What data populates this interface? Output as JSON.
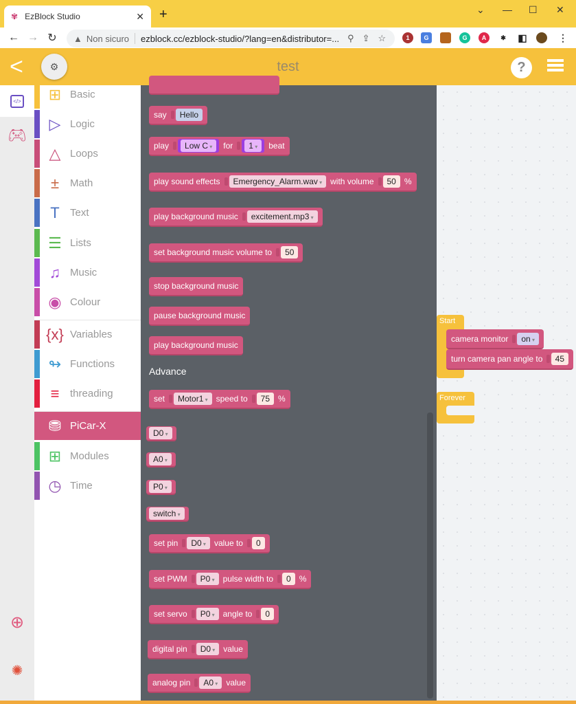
{
  "browser": {
    "tab_title": "EzBlock Studio",
    "security": "Non sicuro",
    "url": "ezblock.cc/ezblock-studio/?lang=en&distributor=...",
    "ext_badge": "1"
  },
  "header": {
    "title": "test",
    "help": "?"
  },
  "categories": [
    {
      "label": "Basic",
      "color": "#f6c13c",
      "icon": "grid-icon",
      "glyph": "⊞"
    },
    {
      "label": "Logic",
      "color": "#6a4fc3",
      "icon": "logic-gate-icon",
      "glyph": "▷"
    },
    {
      "label": "Loops",
      "color": "#c84e79",
      "icon": "loop-icon",
      "glyph": "△"
    },
    {
      "label": "Math",
      "color": "#c96b49",
      "icon": "plus-minus-icon",
      "glyph": "±"
    },
    {
      "label": "Text",
      "color": "#4a73c2",
      "icon": "text-icon",
      "glyph": "T"
    },
    {
      "label": "Lists",
      "color": "#5bb94f",
      "icon": "list-icon",
      "glyph": "☰"
    },
    {
      "label": "Music",
      "color": "#a24ad8",
      "icon": "music-note-icon",
      "glyph": "♫"
    },
    {
      "label": "Colour",
      "color": "#c84ea8",
      "icon": "palette-icon",
      "glyph": "◉"
    },
    {
      "label": "Variables",
      "color": "#c23c54",
      "icon": "variable-icon",
      "glyph": "{x}"
    },
    {
      "label": "Functions",
      "color": "#3f9bd1",
      "icon": "function-icon",
      "glyph": "↬"
    },
    {
      "label": "threading",
      "color": "#e3203f",
      "icon": "sliders-icon",
      "glyph": "≡"
    },
    {
      "label": "PiCar-X",
      "color": "#d2577f",
      "icon": "robot-icon",
      "glyph": "⛃",
      "selected": true
    },
    {
      "label": "Modules",
      "color": "#4cc363",
      "icon": "modules-icon",
      "glyph": "⊞"
    },
    {
      "label": "Time",
      "color": "#9254b0",
      "icon": "clock-icon",
      "glyph": "◷"
    }
  ],
  "flyout": {
    "section_label": "Advance",
    "blocks": [
      {
        "name": "partial-block",
        "parts": []
      },
      {
        "name": "say-block",
        "parts": [
          {
            "t": "text",
            "v": "say"
          },
          {
            "t": "str",
            "v": "Hello"
          }
        ]
      },
      {
        "name": "play-note-block",
        "parts": [
          {
            "t": "text",
            "v": "play"
          },
          {
            "t": "note",
            "v": "Low C"
          },
          {
            "t": "text",
            "v": "for"
          },
          {
            "t": "note",
            "v": "1"
          },
          {
            "t": "text",
            "v": "beat"
          }
        ]
      },
      {
        "name": "play-sound-effects-block",
        "parts": [
          {
            "t": "text",
            "v": "play sound effects"
          },
          {
            "t": "dd",
            "v": "Emergency_Alarm.wav"
          },
          {
            "t": "text",
            "v": "with volume"
          },
          {
            "t": "num",
            "v": "50"
          },
          {
            "t": "text",
            "v": "%"
          }
        ]
      },
      {
        "name": "play-background-music-file-block",
        "parts": [
          {
            "t": "text",
            "v": "play background music"
          },
          {
            "t": "dd",
            "v": "excitement.mp3"
          }
        ]
      },
      {
        "name": "set-music-volume-block",
        "parts": [
          {
            "t": "text",
            "v": "set background music volume to"
          },
          {
            "t": "num",
            "v": "50"
          }
        ]
      },
      {
        "name": "stop-music-block",
        "parts": [
          {
            "t": "text",
            "v": "stop background music"
          }
        ]
      },
      {
        "name": "pause-music-block",
        "parts": [
          {
            "t": "text",
            "v": "pause background music"
          }
        ]
      },
      {
        "name": "play-music-block",
        "parts": [
          {
            "t": "text",
            "v": "play background music"
          }
        ]
      },
      {
        "name": "set-motor-speed-block",
        "parts": [
          {
            "t": "text",
            "v": "set"
          },
          {
            "t": "dd",
            "v": "Motor1"
          },
          {
            "t": "text",
            "v": "speed to"
          },
          {
            "t": "num",
            "v": "75"
          },
          {
            "t": "text",
            "v": "%"
          }
        ]
      },
      {
        "name": "digital-pin-select-block",
        "parts": [
          {
            "t": "dd",
            "v": "D0"
          }
        ]
      },
      {
        "name": "analog-pin-select-block",
        "parts": [
          {
            "t": "dd",
            "v": "A0"
          }
        ]
      },
      {
        "name": "pwm-pin-select-block",
        "parts": [
          {
            "t": "dd",
            "v": "P0"
          }
        ]
      },
      {
        "name": "switch-select-block",
        "parts": [
          {
            "t": "dd",
            "v": "switch"
          }
        ]
      },
      {
        "name": "set-pin-block",
        "parts": [
          {
            "t": "text",
            "v": "set pin"
          },
          {
            "t": "dd",
            "v": "D0"
          },
          {
            "t": "text",
            "v": "value to"
          },
          {
            "t": "num",
            "v": "0"
          }
        ]
      },
      {
        "name": "set-pwm-block",
        "parts": [
          {
            "t": "text",
            "v": "set PWM"
          },
          {
            "t": "dd",
            "v": "P0"
          },
          {
            "t": "text",
            "v": "pulse width to"
          },
          {
            "t": "num",
            "v": "0"
          },
          {
            "t": "text",
            "v": "%"
          }
        ]
      },
      {
        "name": "set-servo-block",
        "parts": [
          {
            "t": "text",
            "v": "set servo"
          },
          {
            "t": "dd",
            "v": "P0"
          },
          {
            "t": "text",
            "v": "angle to"
          },
          {
            "t": "num",
            "v": "0"
          }
        ]
      },
      {
        "name": "digital-pin-value-block",
        "parts": [
          {
            "t": "text",
            "v": "digital pin"
          },
          {
            "t": "dd",
            "v": "D0"
          },
          {
            "t": "text",
            "v": "value"
          }
        ]
      },
      {
        "name": "analog-pin-value-block",
        "parts": [
          {
            "t": "text",
            "v": "analog pin"
          },
          {
            "t": "dd",
            "v": "A0"
          },
          {
            "t": "text",
            "v": "value"
          }
        ]
      }
    ]
  },
  "workspace": {
    "start_label": "Start",
    "forever_label": "Forever",
    "camera_monitor": {
      "label": "camera monitor",
      "value": "on"
    },
    "pan_angle": {
      "label": "turn camera pan angle to",
      "value": "45"
    }
  }
}
